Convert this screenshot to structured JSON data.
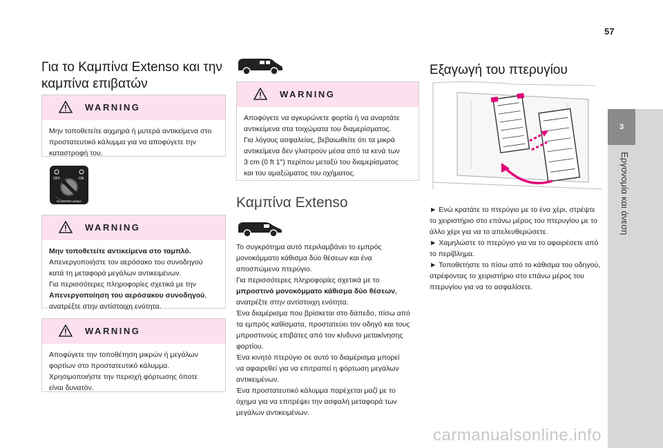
{
  "page": {
    "number": "57"
  },
  "side_tab": {
    "number": "3",
    "title": "Εργονομία και άνεση"
  },
  "col1": {
    "title_line1": "Για το Καμπίνα Extenso και την",
    "title_line2": "καμπίνα επιβατών",
    "warning1": {
      "label": "WARNING",
      "lines": [
        "Μην τοποθετείτε αιχμηρά ή μυτερά αντικείμενα στο",
        "προστατευτικό κάλυμμα για να αποφύγετε την",
        "καταστροφή του."
      ]
    },
    "airbag_switch": {
      "off": "OFF",
      "on": "ON",
      "caption": "PASSENGER AIRBAG"
    },
    "warning2": {
      "label": "WARNING",
      "bold_line": "Μην τοποθετείτε αντικείμενα στο ταμπλό.",
      "l1": "Απενεργοποιήστε τον αερόσακο του συνοδηγού",
      "l2": "κατά τη μεταφορά μεγάλων αντικειμένων.",
      "l3": "Για περισσότερες πληροφορίες σχετικά με την",
      "l4_bold": "Απενεργοποίηση του αερόσακου συνοδηγού",
      "l4_rest": ",",
      "l5": "ανατρέξτε στην αντίστοιχη ενότητα."
    },
    "warning3": {
      "label": "WARNING",
      "lines": [
        "Αποφύγετε την τοποθέτηση μικρών ή μεγάλων",
        "φορτίων στο προστατευτικό κάλυμμα.",
        "Χρησιμοποιήστε την περιοχή φόρτωσης όποτε",
        "είναι δυνατόν."
      ]
    }
  },
  "col2": {
    "warning": {
      "label": "WARNING",
      "lines": [
        "Αποφύγετε να αγκυρώνετε φορτία ή να αναρτάτε",
        "αντικείμενα στα τοιχώματα του διαμερίσματος.",
        "Για λόγους ασφαλείας, βεβαιωθείτε ότι τα μικρά",
        "αντικείμενα δεν γλιστρούν μέσα από τα κενά των",
        "3 cm (0 ft 1\") περίπου μεταξύ του διαμερίσματος",
        "και του αμαξώματος του οχήματος."
      ]
    },
    "section_title": "Καμπίνα Extenso",
    "body": {
      "l1": "Το συγκρότημα αυτό περιλαμβάνει το εμπρός",
      "l2": "μονοκόμματο κάθισμα δύο θέσεων και ένα",
      "l3": "αποσπώμενο πτερύγιο.",
      "l4": "Για περισσότερες πληροφορίες σχετικά με το",
      "l5_bold": "μπροστινό μονοκόμματο κάθισμα δύο θέσεων",
      "l5_rest": ",",
      "l6": "ανατρέξτε στην αντίστοιχη ενότητα.",
      "l7": "Ένα διαμέρισμα που βρίσκεται στο δάπεδο, πίσω από",
      "l8": "τα εμπρός καθίσματα, προστατεύει τον οδηγό και τους",
      "l9": "μπροστινούς επιβάτες από τον κίνδυνο μετακίνησης",
      "l10": "φορτίου.",
      "l11": "Ένα κινητό πτερύγιο σε αυτό το διαμέρισμα μπορεί",
      "l12": "να αφαιρεθεί για να επιτραπεί η φόρτωση μεγάλων",
      "l13": "αντικειμένων.",
      "l14": "Ένα προστατευτικό κάλυμμα παρέχεται μαζί με το",
      "l15": "όχημα για να επιτρέψει την ασφαλή μεταφορά των",
      "l16": "μεγάλων αντικειμένων."
    }
  },
  "col3": {
    "title": "Εξαγωγή του πτερυγίου",
    "steps": {
      "l1": "►  Ενώ κρατάτε το πτερύγιο με το ένα χέρι, στρέψτε",
      "l2": "το χειριστήριο στο επάνω μέρος του πτερυγίου με το",
      "l3": "άλλο χέρι για να το απελευθερώσετε.",
      "l4": "►  Χαμηλώστε το πτερύγιο για να το αφαιρέσετε από",
      "l5": "το περίβλημα.",
      "l6": "►  Τοποθετήστε το πίσω από το κάθισμα του οδηγού,",
      "l7": "στρέφοντας το χειριστήριο στο επάνω μέρος του",
      "l8": "πτερυγίου για να το ασφαλίσετε."
    }
  },
  "footer": {
    "watermark": "carmanualsonline.info"
  },
  "colors": {
    "warning_header": "#fde0ef",
    "accent_magenta": "#e0007a",
    "side_tab": "#d7d7d7",
    "side_tab_number": "#8a8a8a"
  }
}
